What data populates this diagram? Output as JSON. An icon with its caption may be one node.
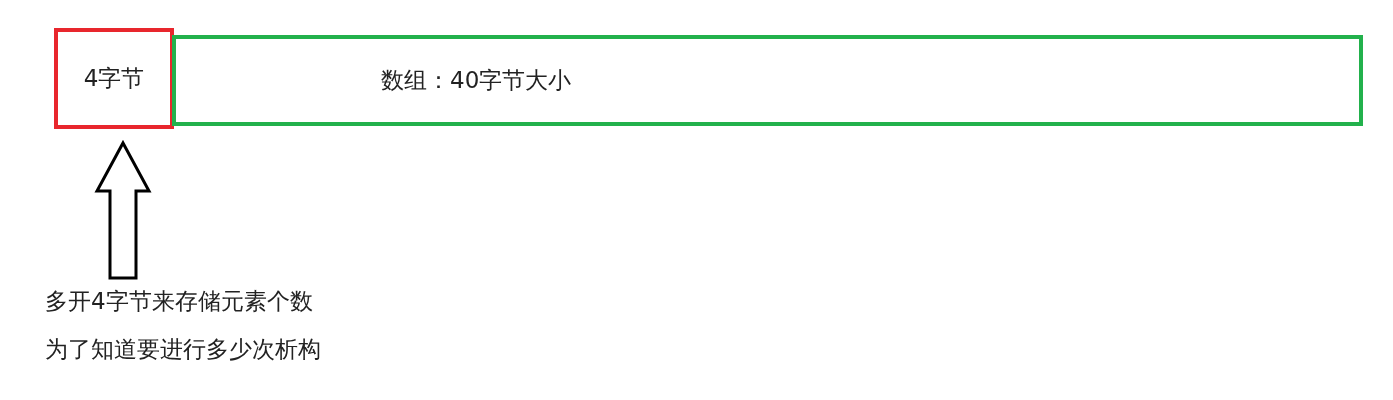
{
  "diagram": {
    "nodes": [
      {
        "text": [
          "4字节"
        ]
      },
      {
        "text": [
          "数组：40字节大小"
        ]
      },
      {
        "text": [
          "多开4字节来存储元素个数",
          "为了知道要进行多少次析构"
        ]
      }
    ],
    "edges": [
      {
        "from": 2,
        "to": 0,
        "arrow": "to"
      }
    ]
  }
}
